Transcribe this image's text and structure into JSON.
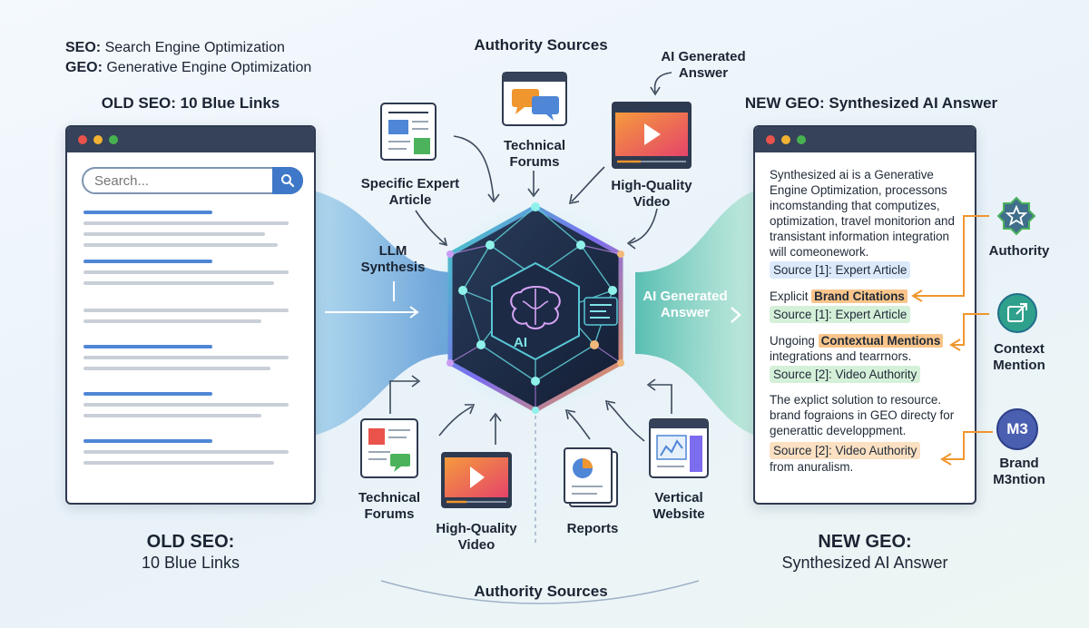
{
  "legend": {
    "seo_abbr": "SEO:",
    "seo_text": "Search Engine Optimization",
    "geo_abbr": "GEO:",
    "geo_text": "Generative Engine Optimization"
  },
  "old_seo": {
    "heading": "OLD SEO: 10 Blue Links",
    "search_placeholder": "Search...",
    "bottom_title": "OLD SEO:",
    "bottom_sub": "10 Blue Links"
  },
  "center": {
    "top_title": "Authority Sources",
    "bottom_title": "Authority Sources",
    "ai_generated_top": "AI Generated Answer",
    "llm_synthesis": "LLM Synthesis",
    "ai_generated_arrow": "AI Generated Answer",
    "core_label": "AI",
    "sources_top": [
      {
        "label": "Specific Expert Article",
        "icon": "article-icon"
      },
      {
        "label": "Technical Forums",
        "icon": "chat-bubbles-icon"
      },
      {
        "label": "High-Quality Video",
        "icon": "video-play-icon"
      }
    ],
    "sources_bottom": [
      {
        "label": "Technical Forums",
        "icon": "chat-document-icon"
      },
      {
        "label": "High-Quality Video",
        "icon": "video-play-icon"
      },
      {
        "label": "Reports",
        "icon": "pie-report-icon"
      },
      {
        "label": "Vertical Website",
        "icon": "chart-website-icon"
      }
    ]
  },
  "new_geo": {
    "heading": "NEW GEO: Synthesized AI Answer",
    "p1": "Synthesized ai is a Generative Engine Optimization, processons incomstanding that computizes, optimization, travel monitorion and transistant information integration will comeonework.",
    "p1_source": "Source [1]: Expert Article",
    "p2_prefix": "Explicit",
    "p2_highlight": "Brand Citations",
    "p2_source": "Source [1]: Expert Article",
    "p3_prefix": "Ungoing",
    "p3_highlight": "Contextual Mentions",
    "p3_rest": "integrations and tearrnors.",
    "p3_source": "Source [2]: Video Authority",
    "p4": "The explict solution to resource. brand fograions in GEO directy for generattic developpment.",
    "p4_source": "Source [2]:  Video Authority",
    "p4_tail": "from anuralism.",
    "bottom_title": "NEW GEO:",
    "bottom_sub": "Synthesized AI Answer"
  },
  "badges": [
    {
      "label": "Authority",
      "icon": "star-badge-icon",
      "color": "#3f6f8a"
    },
    {
      "label": "Context Mention",
      "icon": "external-link-icon",
      "color": "#2fa08c"
    },
    {
      "label": "Brand M3ntion",
      "icon_text": "M3",
      "color": "#4a5fb0"
    }
  ],
  "colors": {
    "window_bar": "#354259",
    "link_blue": "#4f86d6",
    "highlight_orange": "#f9c58a",
    "connector_orange": "#f0962e"
  }
}
